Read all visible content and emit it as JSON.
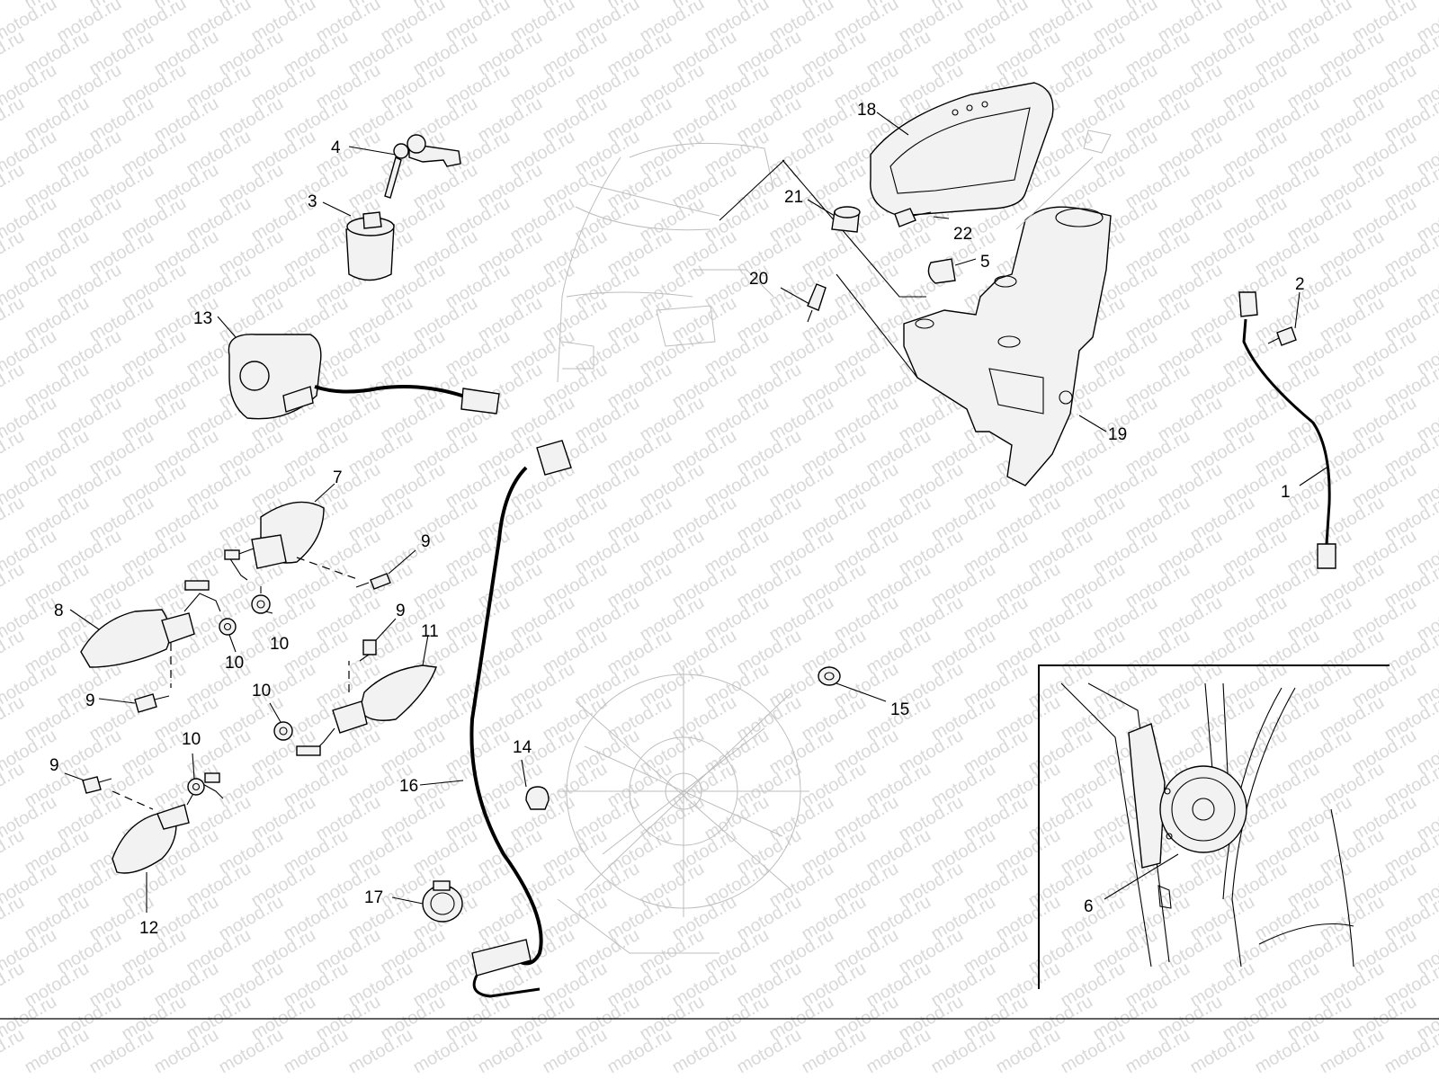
{
  "watermark": {
    "text": "motod.ru",
    "color": "#d9d9d9"
  },
  "callouts": [
    {
      "id": "1",
      "label": "1"
    },
    {
      "id": "2",
      "label": "2"
    },
    {
      "id": "3",
      "label": "3"
    },
    {
      "id": "4",
      "label": "4"
    },
    {
      "id": "5",
      "label": "5"
    },
    {
      "id": "6",
      "label": "6"
    },
    {
      "id": "7",
      "label": "7"
    },
    {
      "id": "8",
      "label": "8"
    },
    {
      "id": "9a",
      "label": "9"
    },
    {
      "id": "9b",
      "label": "9"
    },
    {
      "id": "9c",
      "label": "9"
    },
    {
      "id": "9d",
      "label": "9"
    },
    {
      "id": "10a",
      "label": "10"
    },
    {
      "id": "10b",
      "label": "10"
    },
    {
      "id": "10c",
      "label": "10"
    },
    {
      "id": "10d",
      "label": "10"
    },
    {
      "id": "11",
      "label": "11"
    },
    {
      "id": "12",
      "label": "12"
    },
    {
      "id": "13",
      "label": "13"
    },
    {
      "id": "14",
      "label": "14"
    },
    {
      "id": "15",
      "label": "15"
    },
    {
      "id": "16",
      "label": "16"
    },
    {
      "id": "17",
      "label": "17"
    },
    {
      "id": "18",
      "label": "18"
    },
    {
      "id": "19",
      "label": "19"
    },
    {
      "id": "20",
      "label": "20"
    },
    {
      "id": "21",
      "label": "21"
    },
    {
      "id": "22",
      "label": "22"
    }
  ]
}
